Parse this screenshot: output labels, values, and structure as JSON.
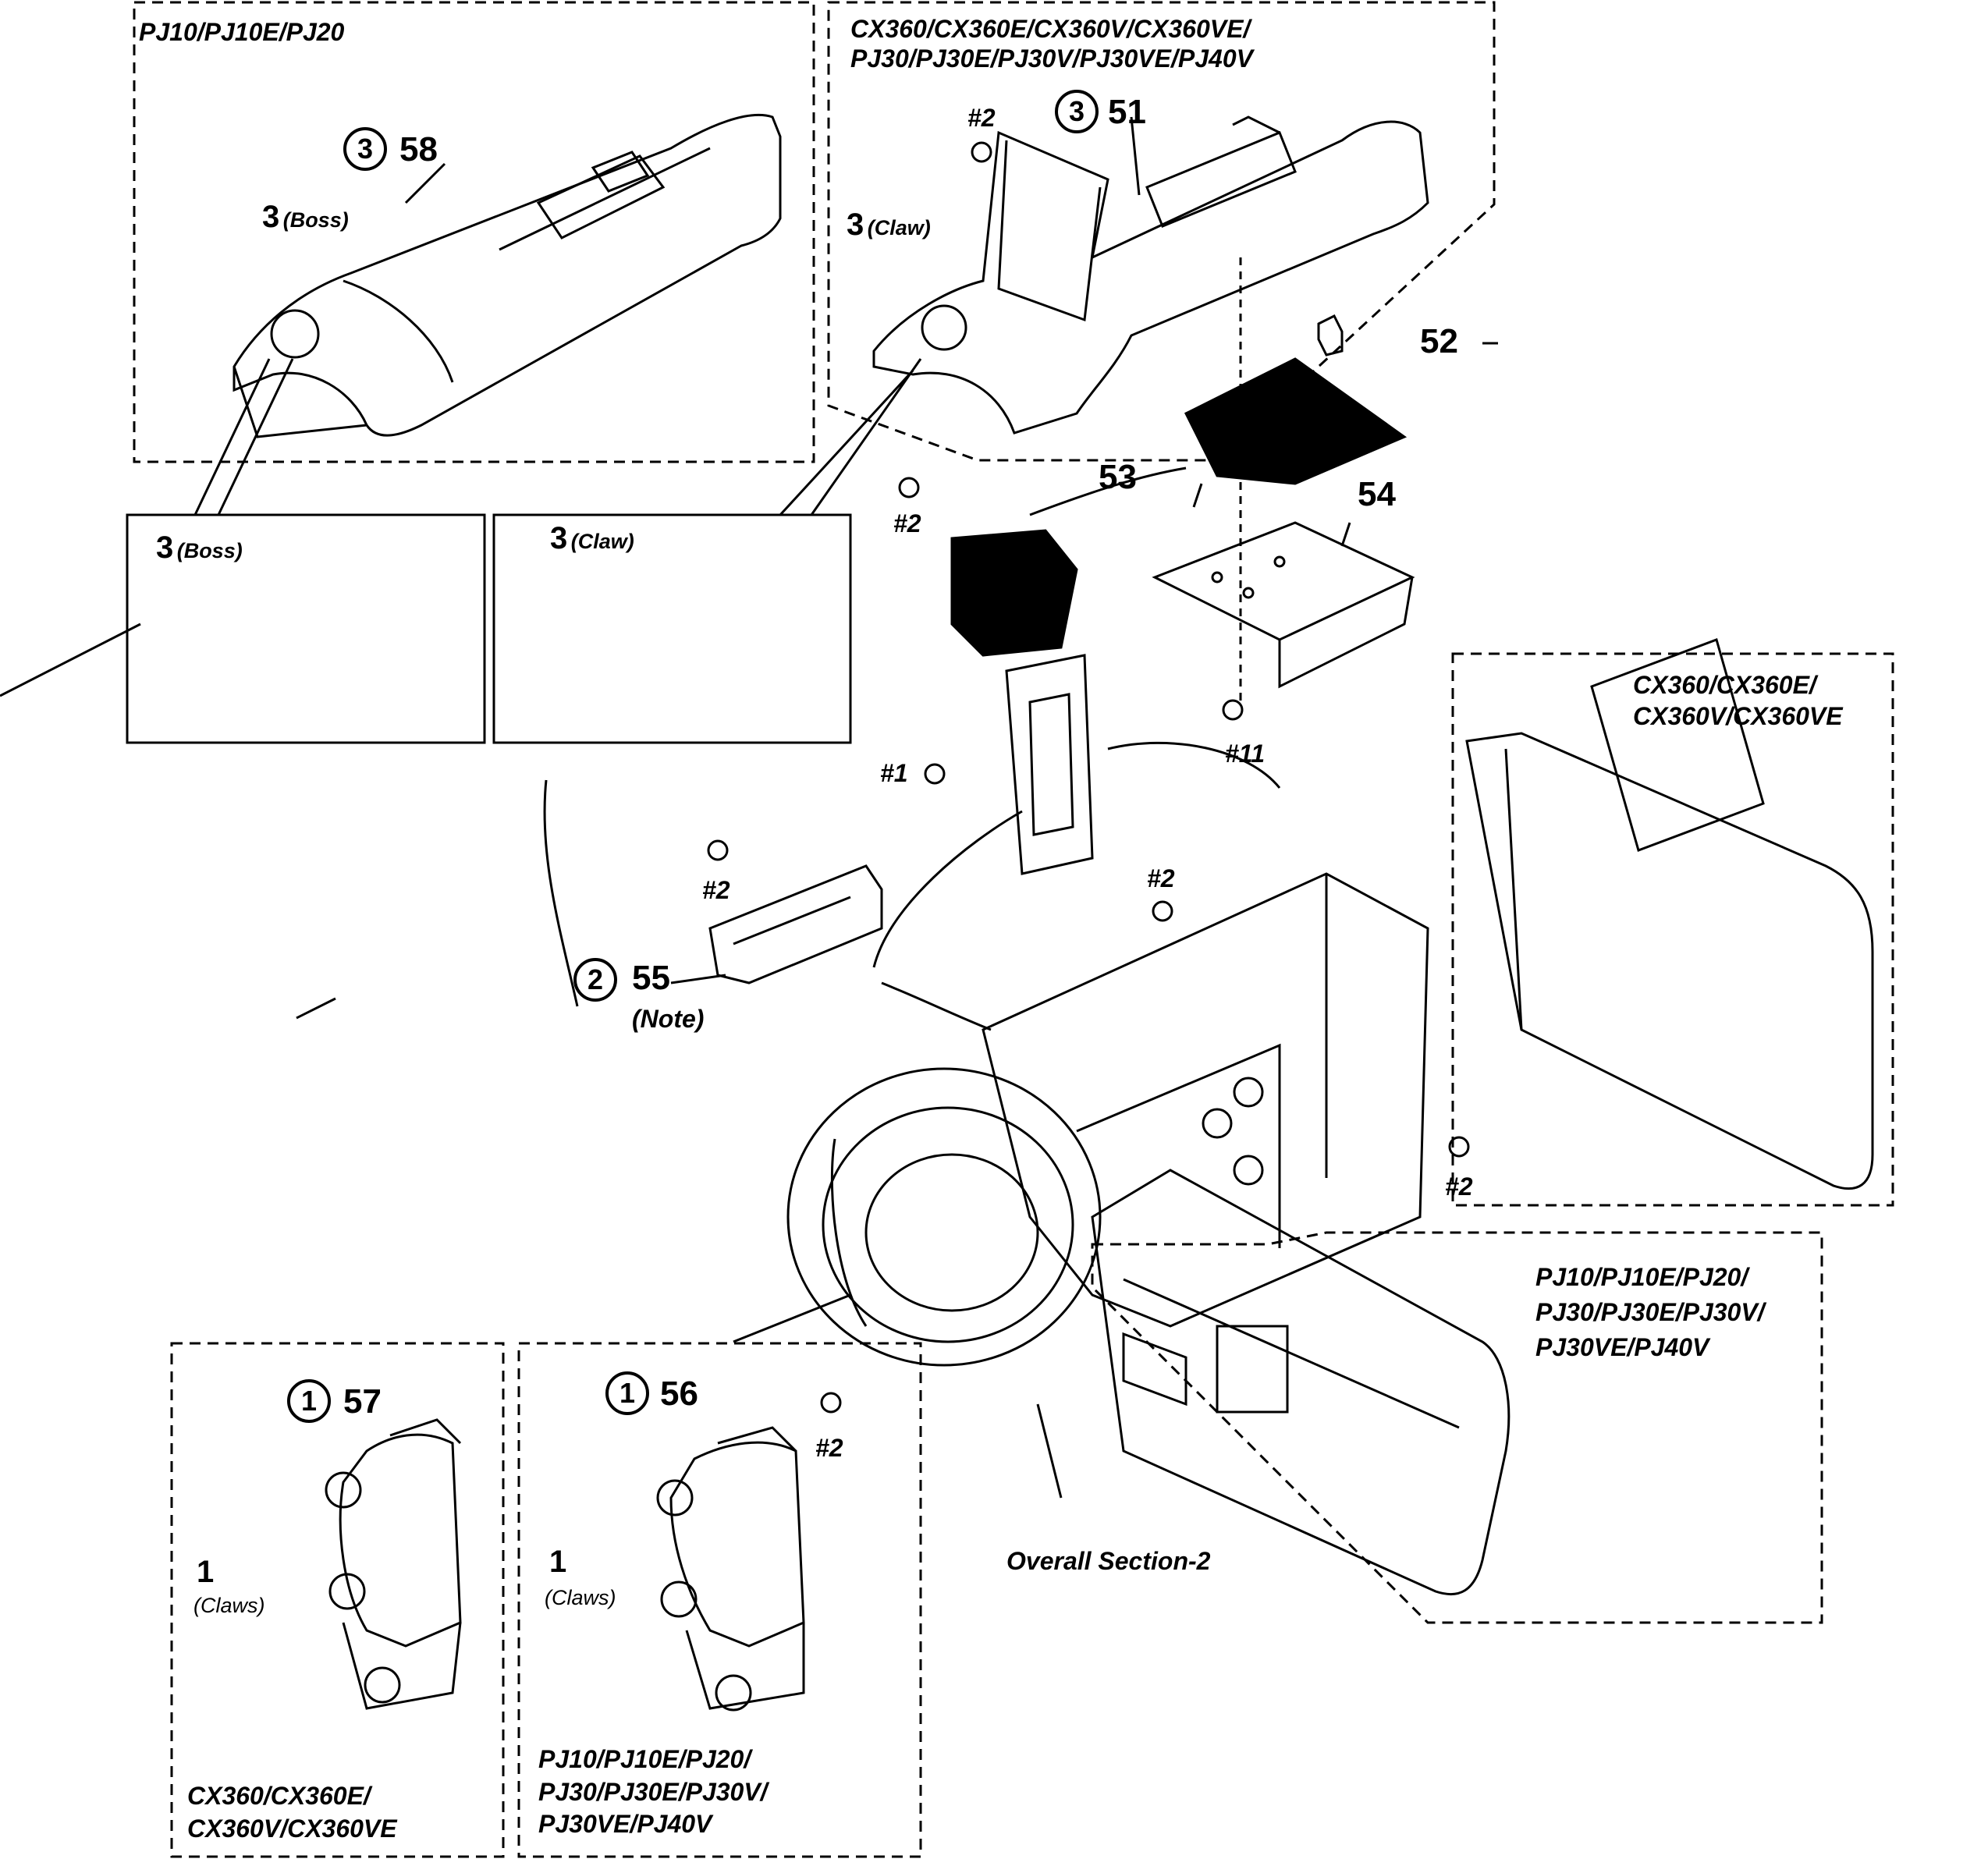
{
  "boxes": {
    "top_left_models": "PJ10/PJ10E/PJ20",
    "top_right_models": [
      "CX360/CX360E/CX360V/CX360VE/",
      "PJ30/PJ30E/PJ30V/PJ30VE/PJ40V"
    ],
    "right_upper_models": [
      "CX360/CX360E/",
      "CX360V/CX360VE"
    ],
    "right_lower_models": [
      "PJ10/PJ10E/PJ20/",
      "PJ30/PJ30E/PJ30V/",
      "PJ30VE/PJ40V"
    ],
    "bottom_left_models": [
      "CX360/CX360E/",
      "CX360V/CX360VE"
    ],
    "bottom_mid_models": [
      "PJ10/PJ10E/PJ20/",
      "PJ30/PJ30E/PJ30V/",
      "PJ30VE/PJ40V"
    ]
  },
  "steps": {
    "s3a": "3",
    "s3b": "3",
    "s2": "2",
    "s1a": "1",
    "s1b": "1"
  },
  "parts": {
    "p51": "51",
    "p52": "52",
    "p53": "53",
    "p54": "54",
    "p55": "55",
    "p56": "56",
    "p57": "57",
    "p58": "58"
  },
  "callouts": {
    "boss_num_1": "3",
    "boss_text_1": "(Boss)",
    "claw_num_1": "3",
    "claw_text_1": "(Claw)",
    "boss_num_2": "3",
    "boss_text_2": "(Boss)",
    "claw_num_2": "3",
    "claw_text_2": "(Claw)",
    "claws_num_1": "1",
    "claws_text_1": "(Claws)",
    "claws_num_2": "1",
    "claws_text_2": "(Claws)",
    "note": "(Note)",
    "overall": "Overall Section-2"
  },
  "screws": {
    "s1": "#2",
    "s2": "#2",
    "s3": "#1",
    "s4": "#2",
    "s5": "#2",
    "s6": "#11",
    "s7": "#2",
    "s8": "#2"
  }
}
